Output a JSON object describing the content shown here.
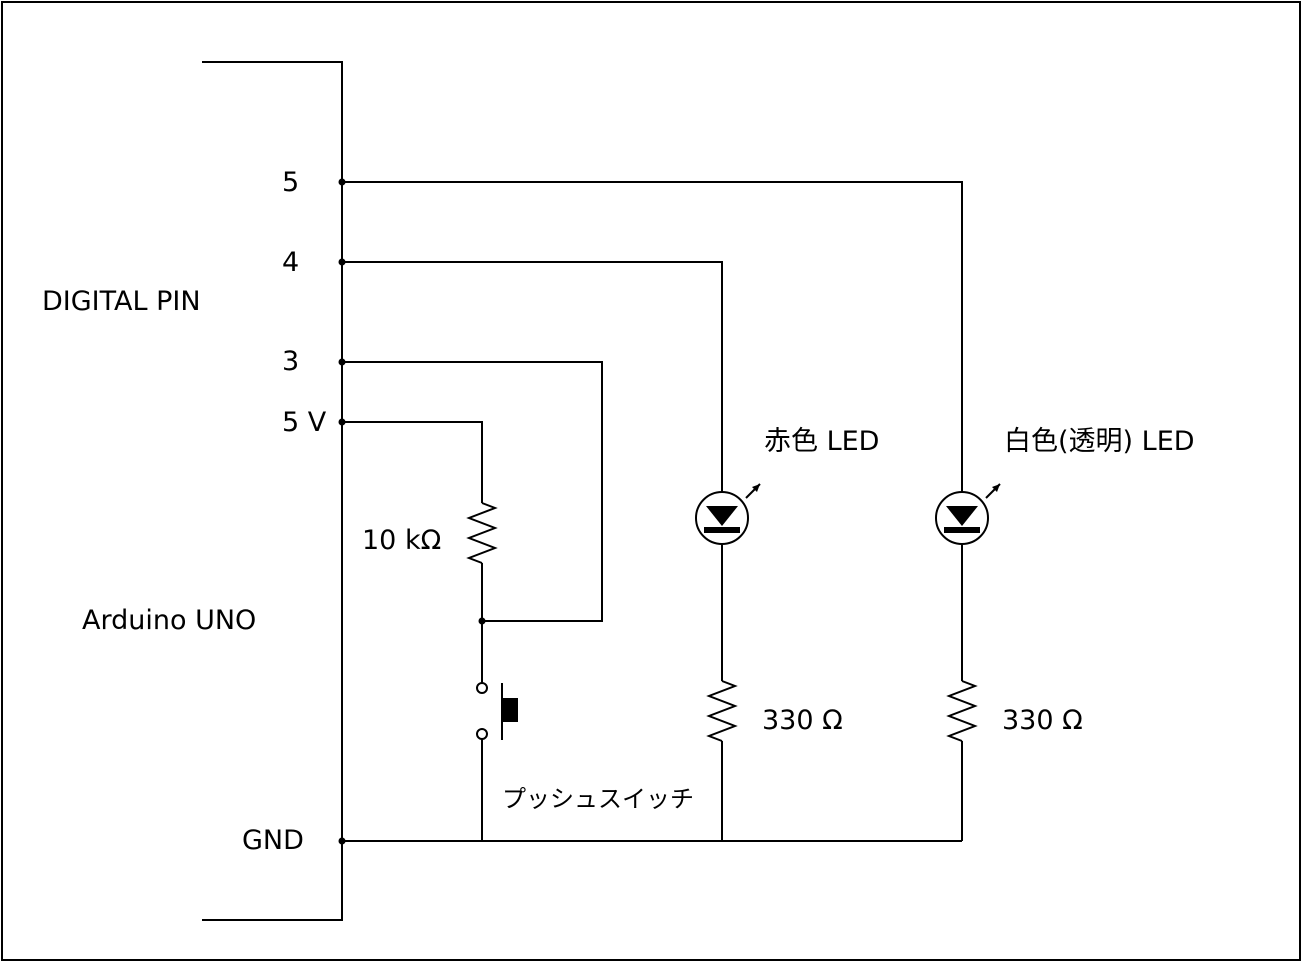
{
  "board": {
    "name": "Arduino UNO",
    "pin_header_label": "DIGITAL PIN",
    "pins": {
      "pin5": "5",
      "pin4": "4",
      "pin3": "3",
      "vcc": "5 V",
      "gnd": "GND"
    }
  },
  "components": {
    "pullup_resistor": "10 kΩ",
    "push_switch": "プッシュスイッチ",
    "red_led": "赤色 LED",
    "white_led": "白色(透明) LED",
    "red_led_resistor": "330 Ω",
    "white_led_resistor": "330 Ω"
  },
  "colors": {
    "line": "#000000",
    "background": "#ffffff"
  }
}
